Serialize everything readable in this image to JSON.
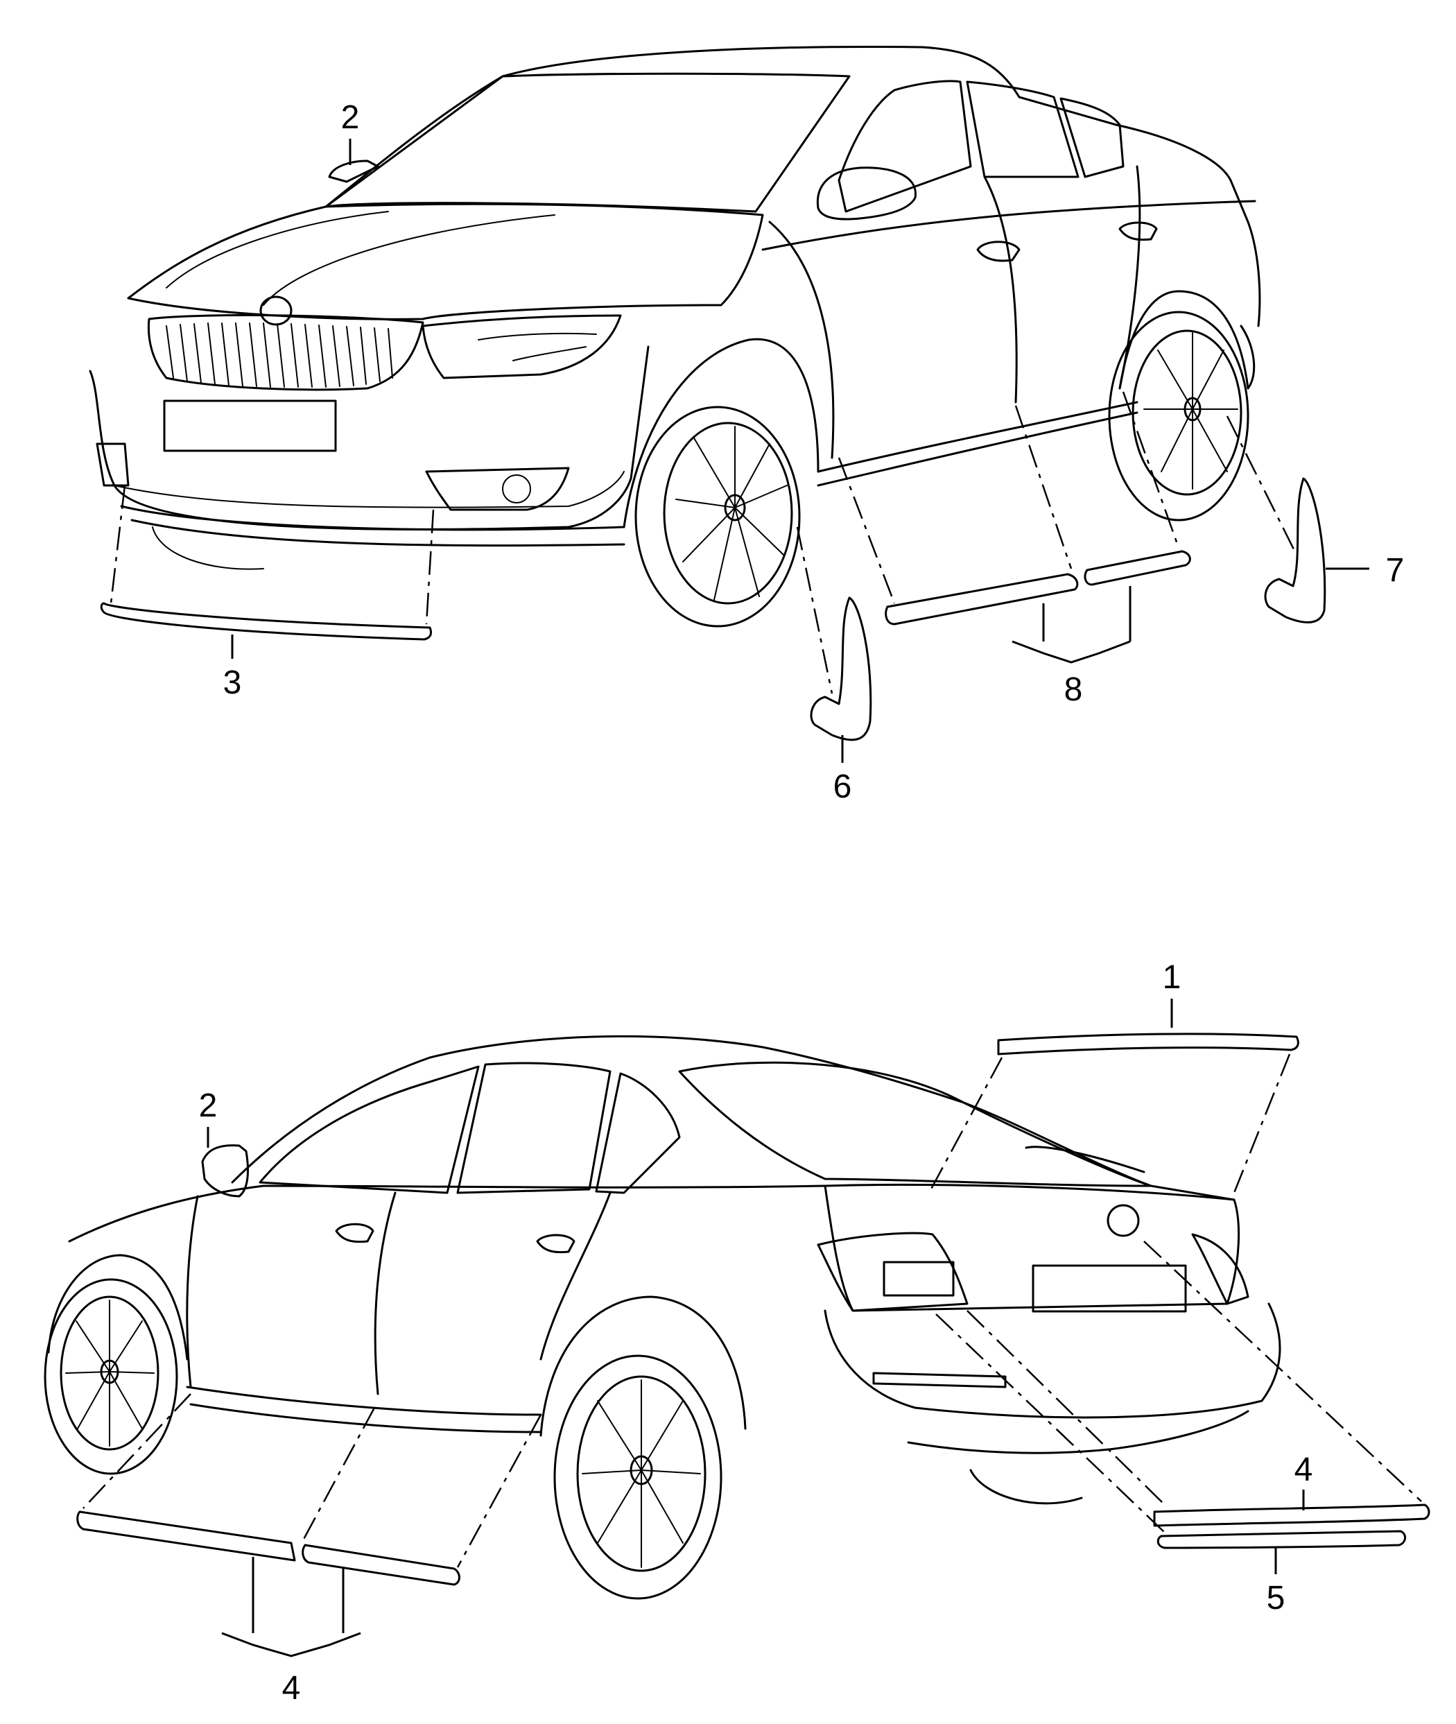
{
  "callouts": {
    "top_mirror": "2",
    "front_bumper_trim": "3",
    "front_mudflap": "6",
    "rear_mudflap": "7",
    "sill_trim_front": "8",
    "tailgate_trim": "1",
    "rear_mirror": "2",
    "rear_bumper_trim_upper": "4",
    "rear_bumper_trim_lower": "5",
    "sill_trim_rear": "4"
  }
}
